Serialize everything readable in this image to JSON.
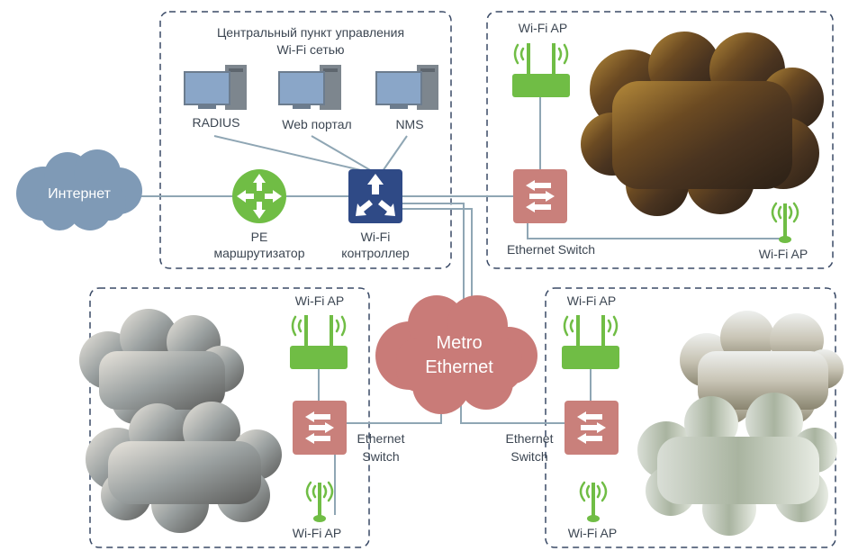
{
  "central": {
    "title_line1": "Центральный пункт управления",
    "title_line2": "Wi-Fi сетью",
    "servers": [
      {
        "label": "RADIUS"
      },
      {
        "label": "Web портал"
      },
      {
        "label": "NMS"
      }
    ]
  },
  "internet": {
    "label": "Интернет"
  },
  "pe_router": {
    "line1": "PE",
    "line2": "маршрутизатор"
  },
  "wifi_controller": {
    "line1": "Wi-Fi",
    "line2": "контроллер"
  },
  "metro": {
    "line1": "Metro",
    "line2": "Ethernet"
  },
  "site_top_right": {
    "ap_top": "Wi-Fi AP",
    "ap_right": "Wi-Fi AP",
    "switch": "Ethernet Switch"
  },
  "site_bottom_left": {
    "ap_top": "Wi-Fi AP",
    "ap_bottom": "Wi-Fi AP",
    "switch_line1": "Ethernet",
    "switch_line2": "Switch"
  },
  "site_bottom_right": {
    "ap_top": "Wi-Fi AP",
    "ap_bottom": "Wi-Fi AP",
    "switch_line1": "Ethernet",
    "switch_line2": "Switch"
  },
  "colors": {
    "dashed_border": "#3a4a66",
    "link": "#8fa6b4",
    "internet_cloud": "#7f9ab6",
    "metro_cloud": "#c97b78",
    "router": "#70bd45",
    "controller": "#2f4a86",
    "switch": "#c9807b",
    "ap": "#70bd45",
    "server": "#8aa6c8"
  }
}
